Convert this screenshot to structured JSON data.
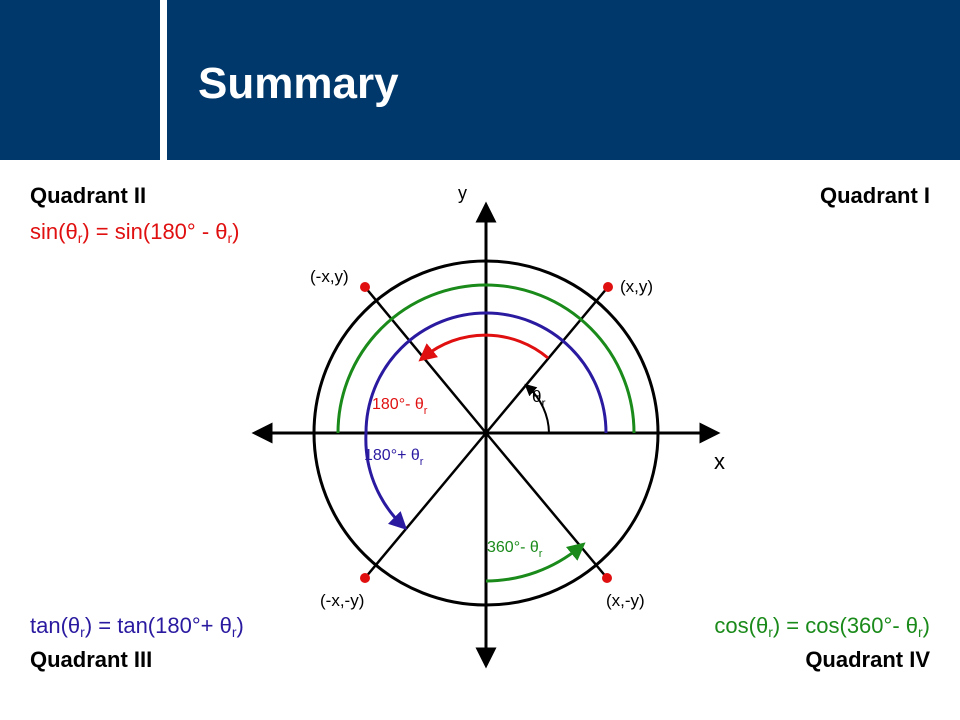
{
  "slide": {
    "title": "Summary"
  },
  "quadrant_labels": {
    "q1": "Quadrant I",
    "q2": "Quadrant II",
    "q3": "Quadrant III",
    "q4": "Quadrant IV"
  },
  "formulas": {
    "sin": {
      "prefix": "sin(θ",
      "sub1": "r",
      "mid": ") = sin(180° - θ",
      "sub2": "r",
      "suffix": ")",
      "color": "#e01010"
    },
    "tan": {
      "prefix": "tan(θ",
      "sub1": "r",
      "mid": ") = tan(180°+ θ",
      "sub2": "r",
      "suffix": ")",
      "color": "#2a1aa0"
    },
    "cos": {
      "prefix": "cos(θ",
      "sub1": "r",
      "mid": ") = cos(360°- θ",
      "sub2": "r",
      "suffix": ")",
      "color": "#1a8a1a"
    }
  },
  "axes": {
    "x_label": "x",
    "y_label": "y"
  },
  "points": {
    "q1": "(x,y)",
    "q2": "(-x,y)",
    "q3": "(-x,-y)",
    "q4": "(x,-y)"
  },
  "angle_labels": {
    "theta": {
      "main": "θ",
      "sub": "r"
    },
    "a180minus": {
      "main": "180°- θ",
      "sub": "r"
    },
    "a180plus": {
      "main": "180°+ θ",
      "sub": "r"
    },
    "a360minus": {
      "main": "360°- θ",
      "sub": "r"
    }
  },
  "colors": {
    "header": "#00386b",
    "red": "#e01010",
    "blue": "#2a1aa0",
    "green": "#1a8a1a",
    "black": "#000000"
  }
}
